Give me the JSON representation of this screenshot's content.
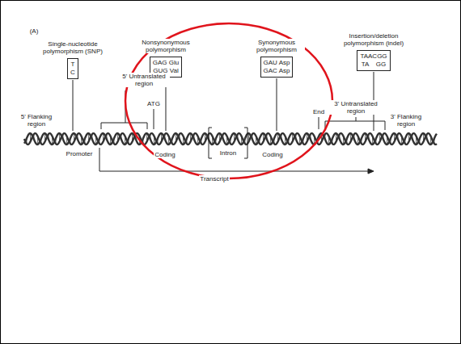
{
  "diagram": {
    "nodes": [
      {
        "text": [
          "Single-nucleotide polymorphism (SNP)",
          "T",
          "C"
        ]
      },
      {
        "text": [
          "Nonsynonymous polymorphism",
          "GAG Glu",
          "GUG Val"
        ]
      },
      {
        "text": [
          "Synonymous polymorphism",
          "GAU Asp",
          "GAC Asp"
        ]
      },
      {
        "text": [
          "Insertion/deletion polymorphism (indel)",
          "TAACGG",
          "TA    GG"
        ]
      }
    ],
    "labels": [
      "(A)",
      "5' Untranslated region",
      "ATG",
      "5' Flanking region",
      "End",
      "3' Untranslated region",
      "3' Flanking region",
      "Promoter",
      "Coding",
      "Intron",
      "Coding",
      "Transcript"
    ]
  }
}
